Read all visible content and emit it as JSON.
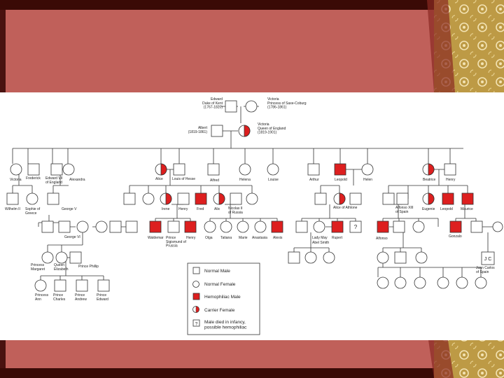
{
  "colors": {
    "slide_background": "#c0605a",
    "dark_band": "#3a0a06",
    "gold_accent": "#c8a860",
    "affected_fill": "#dd1f1f",
    "symbol_stroke": "#333333"
  },
  "pedigree": {
    "generation_1": {
      "edward": "Edward\nDuke of Kent\n(1767-1820)",
      "victoria_saxe": "Victoria\nPrincess of Saxe-Coburg\n(1786-1861)"
    },
    "generation_2": {
      "albert": "Albert\n(1819-1861)",
      "victoria_queen": "Victoria\nQueen of England\n(1819-1901)"
    },
    "generation_3": {
      "victoria": "Victoria",
      "frederick": "Frederick",
      "edward_vii": "Edward VII\nof England",
      "alexandra": "Alexandra",
      "alice": "Alice",
      "louis_of_hesse": "Louis of Hesse",
      "alfred": "Alfred",
      "helena": "Helena",
      "louise": "Louise",
      "arthur": "Arthur",
      "leopold": "Leopold",
      "helen": "Helen",
      "beatrice": "Beatrice",
      "henry": "Henry"
    },
    "generation_4": {
      "wilhelm_ii": "Wilhelm II",
      "sophie_of_greece": "Sophie of\nGreece",
      "george_v": "George V",
      "irene": "Irene",
      "henry": "Henry",
      "fred": "Fred",
      "alix": "Alix",
      "nicolas_ii": "Nicolas II\nof Russia",
      "alice_of_athlone": "Alice of Athlone",
      "alfonso_xiii": "Alfonso XIII\nof Spain",
      "eugenie": "Eugenie",
      "leopold": "Leopold",
      "maurice": "Maurice"
    },
    "generation_5": {
      "george_vi": "George VI",
      "waldemar": "Waldemar",
      "prince_sigismund": "Prince\nSigismund of\nPrussia",
      "henry": "Henry",
      "olga": "Olga",
      "tatiana": "Tatiana",
      "marie": "Marie",
      "anastasia": "Anastasia",
      "alexis": "Alexis",
      "lady_may": "Lady May",
      "rupert": "Rupert",
      "abel_smith": "Abel Smith",
      "alfonso": "Alfonso",
      "gonzalo": "Gonzalo",
      "unknown_mark": "?"
    },
    "generation_6": {
      "princess_margaret": "Princess\nMargaret",
      "queen_elizabeth": "Queen\nElizabeth",
      "prince_phillip": "Prince Phillip",
      "juan_carlos_mark": "J C",
      "juan_carlos": "Juan Carlos\nof Spain"
    },
    "generation_7": {
      "princess_ann": "Princess\nAnn",
      "prince_charles": "Prince\nCharles",
      "prince_andrew": "Prince\nAndrew",
      "prince_edward": "Prince\nEdward"
    },
    "legend": {
      "normal_male": "Normal Male",
      "normal_female": "Normal Female",
      "hemophiliac_male": "Hemophiliac Male",
      "carrier_female": "Carrier Female",
      "question_mark": "?",
      "male_died": "Male died in infancy,\npossible hemophiliac"
    }
  }
}
